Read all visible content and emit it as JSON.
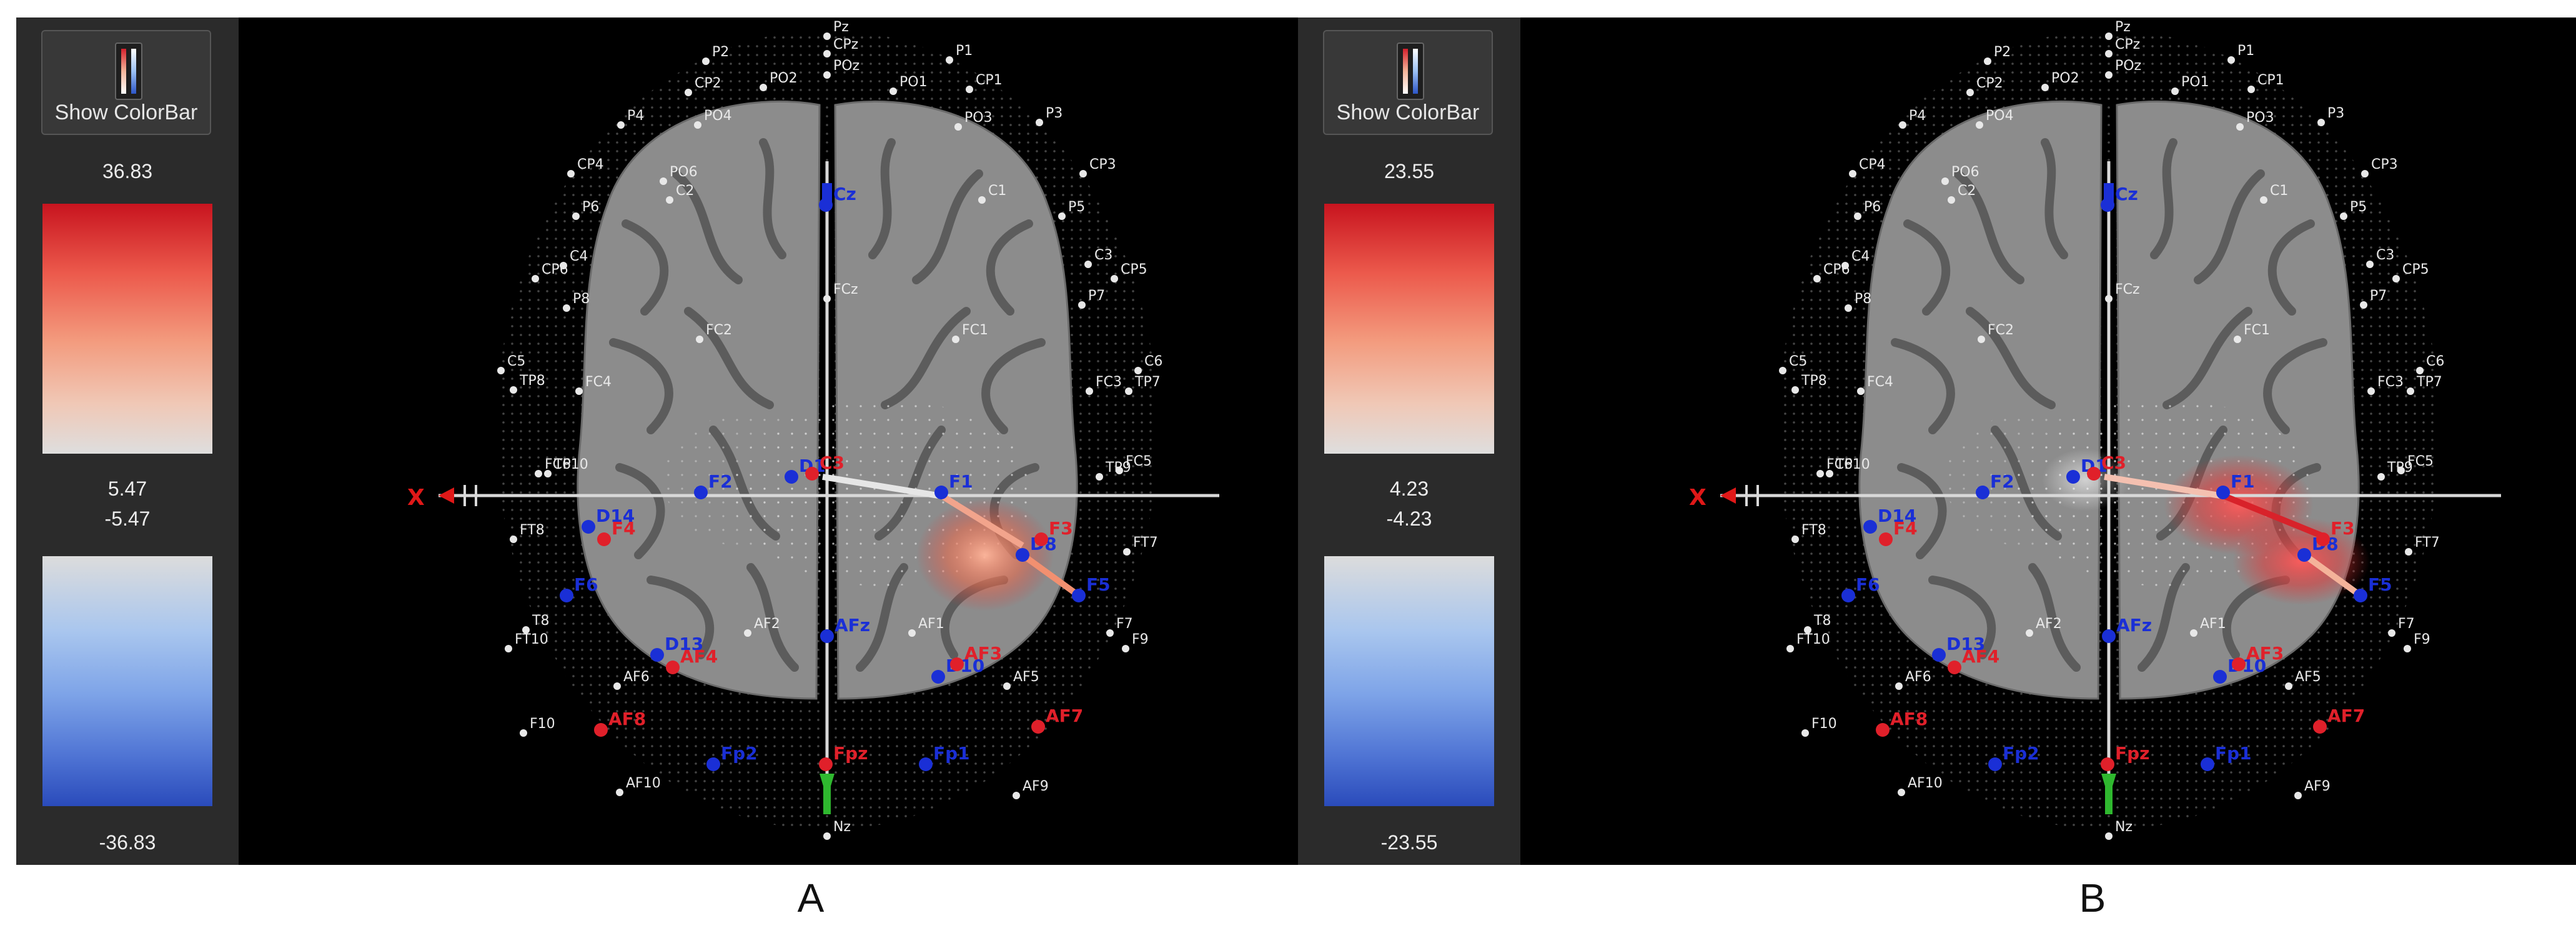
{
  "panels": {
    "a": {
      "button_label": "Show ColorBar",
      "colorbar": {
        "max": "36.83",
        "pos_threshold": "5.47",
        "neg_threshold": "-5.47",
        "min": "-36.83"
      },
      "caption": "A"
    },
    "b": {
      "button_label": "Show ColorBar",
      "colorbar": {
        "max": "23.55",
        "pos_threshold": "4.23",
        "neg_threshold": "-4.23",
        "min": "-23.55"
      },
      "caption": "B"
    }
  },
  "colors": {
    "positive_max": "#c8141f",
    "negative_max": "#2a4bbb",
    "source_marker": "#e0202a",
    "detector_marker": "#1a2fd6",
    "axis_marker": "#2fb82f",
    "axis_x_marker": "#e01818"
  },
  "axis_labels": {
    "x": "X"
  },
  "optodes": [
    {
      "label": "D14",
      "type": "detector"
    },
    {
      "label": "F4",
      "type": "source"
    },
    {
      "label": "F2",
      "type": "detector"
    },
    {
      "label": "D1",
      "type": "detector"
    },
    {
      "label": "C3",
      "type": "source"
    },
    {
      "label": "D8",
      "type": "detector"
    },
    {
      "label": "F3",
      "type": "source"
    },
    {
      "label": "F5",
      "type": "detector"
    },
    {
      "label": "F6",
      "type": "detector"
    },
    {
      "label": "D13",
      "type": "detector"
    },
    {
      "label": "AF4",
      "type": "source"
    },
    {
      "label": "AFz",
      "type": "detector"
    },
    {
      "label": "D10",
      "type": "detector"
    },
    {
      "label": "AF3",
      "type": "source"
    },
    {
      "label": "AF8",
      "type": "source"
    },
    {
      "label": "AF7",
      "type": "source"
    },
    {
      "label": "Fp2",
      "type": "detector"
    },
    {
      "label": "Fpz",
      "type": "source"
    },
    {
      "label": "Fp1",
      "type": "detector"
    },
    {
      "label": "Cz",
      "type": "detector"
    },
    {
      "label": "F1",
      "type": "detector"
    }
  ],
  "electrodes": [
    "P2",
    "Pz",
    "CPz",
    "P1",
    "CP2",
    "PO2",
    "POz",
    "PO1",
    "CP1",
    "P4",
    "PO4",
    "PO3",
    "P3",
    "CP4",
    "P6",
    "PO6",
    "CP3",
    "C2",
    "C1",
    "P5",
    "C4",
    "C3",
    "CP6",
    "CP5",
    "P8",
    "FCz",
    "P7",
    "FC2",
    "FC1",
    "C5",
    "C6",
    "TP8",
    "FC4",
    "FC3",
    "TP7",
    "FC6",
    "FC5",
    "TP9",
    "TP10",
    "FT8",
    "FT7",
    "T8",
    "F7",
    "FT10",
    "AF2",
    "AF1",
    "F9",
    "AF6",
    "AF5",
    "F10",
    "AF10",
    "AF9",
    "Nz"
  ]
}
